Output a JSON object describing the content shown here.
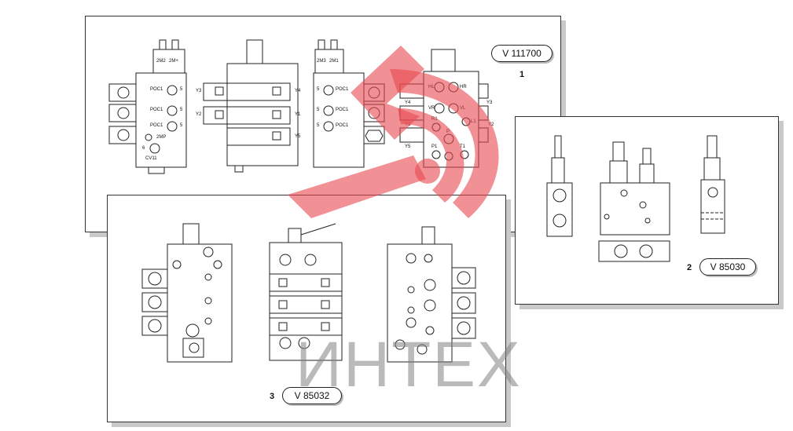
{
  "panels": {
    "panel1": {
      "number": "1",
      "code": "V 111700"
    },
    "panel2": {
      "number": "2",
      "code": "V 85030"
    },
    "panel3": {
      "number": "3",
      "code": "V 85032"
    }
  },
  "valve_labels": {
    "a": {
      "m1": "2M2",
      "m2": "2M+",
      "p1": "POC1",
      "p2": "POC1",
      "p3": "POC1",
      "n5a": "5",
      "n5b": "5",
      "n5c": "5",
      "mp": "2MP",
      "six": "6",
      "cv": "CV11"
    },
    "b": {
      "y1": "Y3",
      "y2": "Y2",
      "y3": "Y4",
      "y4": "Y1",
      "y5": "Y5"
    },
    "c": {
      "m1": "2M3",
      "m2": "2M1",
      "p1": "POC1",
      "p2": "POC1",
      "p3": "POC1",
      "n5a": "5",
      "n5b": "5",
      "n5c": "5"
    },
    "d": {
      "hl": "HL",
      "hr": "HR",
      "vr": "VR",
      "vl": "VL",
      "y4": "Y4",
      "y3": "Y3",
      "y1": "Y1",
      "y2": "Y2",
      "r1": "R1",
      "p": "P",
      "l1": "L1",
      "y5": "Y5",
      "p1": "P1",
      "t1": "T1"
    }
  },
  "watermark": {
    "text": "ИНТЕХ",
    "color": "#e8474f"
  }
}
